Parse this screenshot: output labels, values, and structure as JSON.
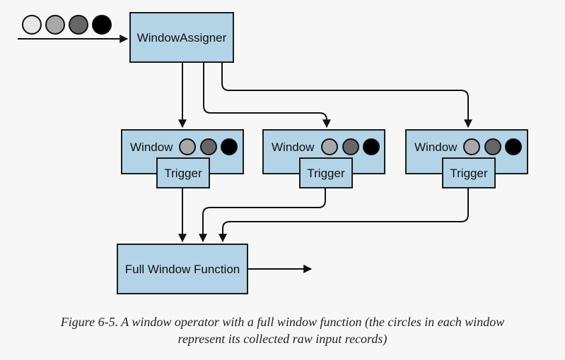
{
  "input_records": {
    "fills": [
      "#e6e6e6",
      "#a8a8a8",
      "#666666",
      "#000000"
    ]
  },
  "assigner": {
    "label": "WindowAssigner"
  },
  "windows": [
    {
      "label": "Window",
      "trigger_label": "Trigger",
      "records": [
        "#a8a8a8",
        "#666666",
        "#000000"
      ]
    },
    {
      "label": "Window",
      "trigger_label": "Trigger",
      "records": [
        "#a8a8a8",
        "#666666",
        "#000000"
      ]
    },
    {
      "label": "Window",
      "trigger_label": "Trigger",
      "records": [
        "#a8a8a8",
        "#666666",
        "#000000"
      ]
    }
  ],
  "function_box": {
    "label": "Full Window Function"
  },
  "caption": {
    "line1": "Figure 6-5. A window operator with a full window function (the circles in each window",
    "line2": "represent its collected raw input records)"
  }
}
